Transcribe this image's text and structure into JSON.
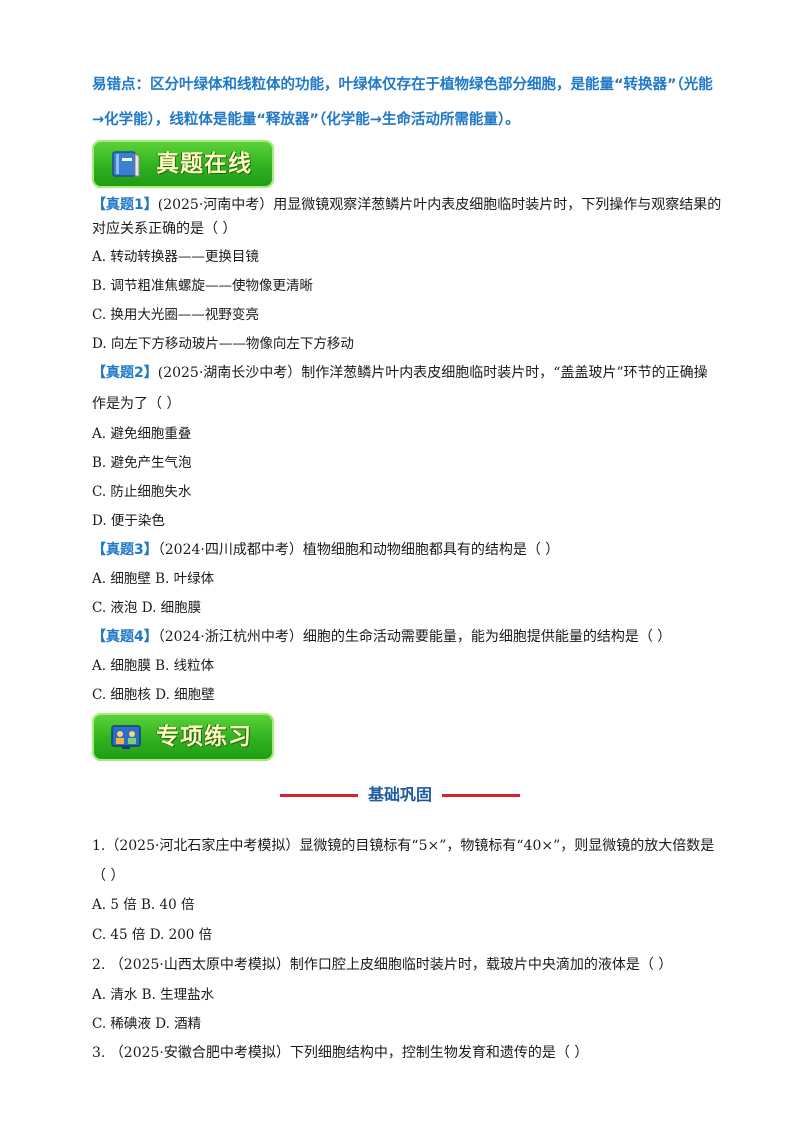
{
  "note": "易错点：区分叶绿体和线粒体的功能，叶绿体仅存在于植物绿色部分细胞，是能量“转换器”（光能→化学能），线粒体是能量“释放器”（化学能→生命活动所需能量）。",
  "banner1": {
    "title": "真题在线",
    "icon": "book-icon"
  },
  "q1": {
    "tag": "【真题1】",
    "line1": "(2025·河南中考）用显微镜观察洋葱鳞片叶内表皮细胞临时装片时，下列操作与观察结果的",
    "line2": "对应关系正确的是（ ）",
    "options": [
      "A.  转动转换器——更换目镜",
      "B.  调节粗准焦螺旋——使物像更清晰",
      "C.  换用大光圈——视野变亮",
      "D.  向左下方移动玻片——物像向左下方移动"
    ]
  },
  "q2": {
    "tag": "【真题2】",
    "line1": "(2025·湖南长沙中考）制作洋葱鳞片叶内表皮细胞临时装片时，“盖盖玻片”环节的正确操",
    "line2": "作是为了（ ）",
    "options": [
      "A.  避免细胞重叠",
      "B.  避免产生气泡",
      "C.  防止细胞失水",
      "D.  便于染色"
    ]
  },
  "q3": {
    "tag": "【真题3】",
    "line1": "（2024·四川成都中考）植物细胞和动物细胞都具有的结构是（ ）",
    "options": [
      "A.  细胞壁 B.  叶绿体",
      "C.  液泡 D.  细胞膜"
    ]
  },
  "q4": {
    "tag": "【真题4】",
    "line1": "（2024·浙江杭州中考）细胞的生命活动需要能量，能为细胞提供能量的结构是（ ）",
    "options": [
      "A.  细胞膜 B.  线粒体",
      "C.  细胞核 D.  细胞壁"
    ]
  },
  "banner2": {
    "title": "专项练习",
    "icon": "classroom-icon"
  },
  "section": {
    "title": "基础巩固"
  },
  "p1": {
    "line1": "1.（2025·河北石家庄中考模拟）显微镜的目镜标有“5×”，物镜标有“40×”，则显微镜的放大倍数是",
    "line2": "（ ）",
    "options": [
      "A. 5 倍 B. 40 倍",
      "C. 45 倍 D. 200 倍"
    ]
  },
  "p2": {
    "line1": "2.  （2025·山西太原中考模拟）制作口腔上皮细胞临时装片时，载玻片中央滴加的液体是（ ）",
    "options": [
      "A. 清水 B. 生理盐水",
      "C. 稀碘液 D. 酒精"
    ]
  },
  "p3": {
    "line1": "3.  （2025·安徽合肥中考模拟）下列细胞结构中，控制生物发育和遗传的是（ ）"
  },
  "colors": {
    "accent_blue": "#1f78c8",
    "banner_green": "#2fb21f",
    "section_red": "#d9252a"
  }
}
